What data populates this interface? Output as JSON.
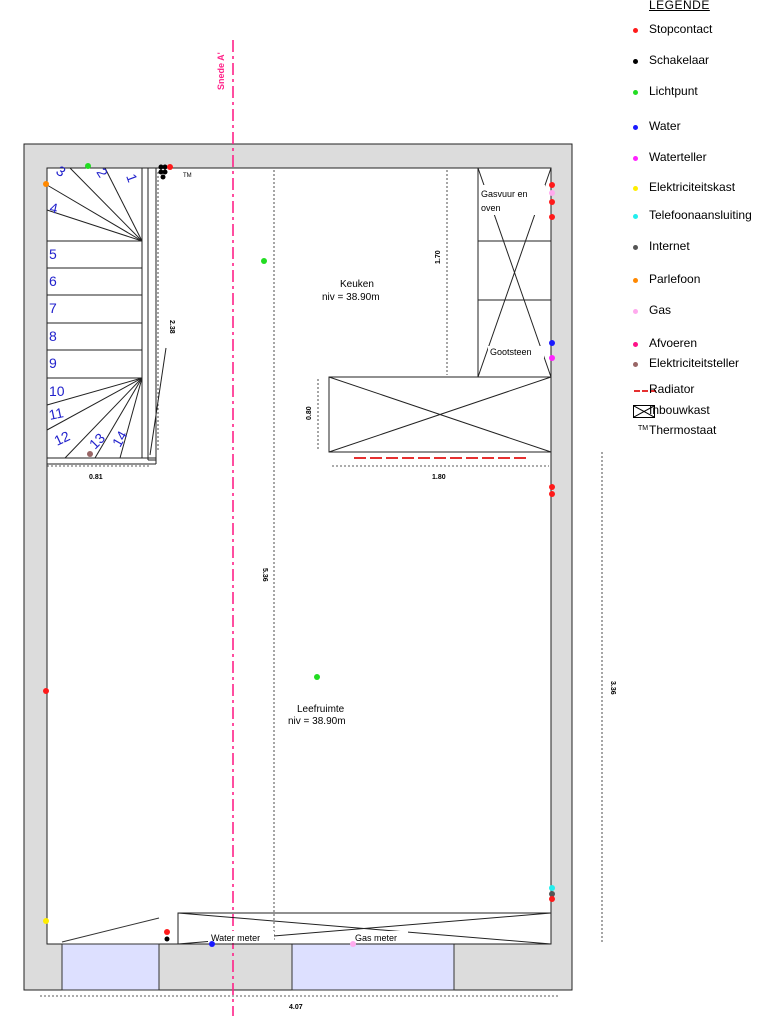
{
  "legend": {
    "title": "LEGENDE",
    "items": [
      {
        "label": "Stopcontact",
        "icon": "dot-icon",
        "color": "#ff1a1a"
      },
      {
        "label": "Schakelaar",
        "icon": "dot-icon",
        "color": "#000000"
      },
      {
        "label": "Lichtpunt",
        "icon": "dot-icon",
        "color": "#22dd22"
      },
      {
        "label": "Water",
        "icon": "dot-icon",
        "color": "#1a1aff"
      },
      {
        "label": "Waterteller",
        "icon": "dot-icon",
        "color": "#ff22ff"
      },
      {
        "label": "Elektriciteitskast",
        "icon": "dot-icon",
        "color": "#ffee00"
      },
      {
        "label": "Telefoonaansluiting",
        "icon": "dot-icon",
        "color": "#22eeee"
      },
      {
        "label": "Internet",
        "icon": "dot-icon",
        "color": "#555555"
      },
      {
        "label": "Parlefoon",
        "icon": "dot-icon",
        "color": "#ff8800"
      },
      {
        "label": "Gas",
        "icon": "dot-icon",
        "color": "#ffaaee"
      },
      {
        "label": "Afvoeren",
        "icon": "dot-icon",
        "color": "#ff1188"
      },
      {
        "label": "Elektriciteitsteller",
        "icon": "dot-icon",
        "color": "#996666"
      },
      {
        "label": "Radiator",
        "icon": "dashed-line-icon",
        "color": "#e53030"
      },
      {
        "label": "Inbouwkast",
        "icon": "crossed-box-icon",
        "color": "#000000"
      },
      {
        "label": "Thermostaat",
        "icon": "tm-icon",
        "symbol": "TM",
        "color": "#000000"
      }
    ]
  },
  "plan": {
    "section_label": "Snede A'",
    "thermostat_mark": "TM",
    "kitchen_label": "Keuken",
    "kitchen_level": "niv = 38.90m",
    "living_label": "Leefruimte",
    "living_level": "niv = 38.90m",
    "stove_label": "Gasvuur en oven",
    "sink_label": "Gootsteen",
    "water_meter_label": "Water meter",
    "gas_meter_label": "Gas meter",
    "stair_steps": [
      "1",
      "2",
      "3",
      "4",
      "5",
      "6",
      "7",
      "8",
      "9",
      "10",
      "11",
      "12",
      "13",
      "14"
    ],
    "dimensions": {
      "total_width": "4.07",
      "height_right": "3.36",
      "stair_length": "2.38",
      "stair_width": "0.81",
      "kitchen_depth": "1.70",
      "island_depth": "0.80",
      "island_width": "1.80",
      "living_length": "5.36"
    }
  }
}
